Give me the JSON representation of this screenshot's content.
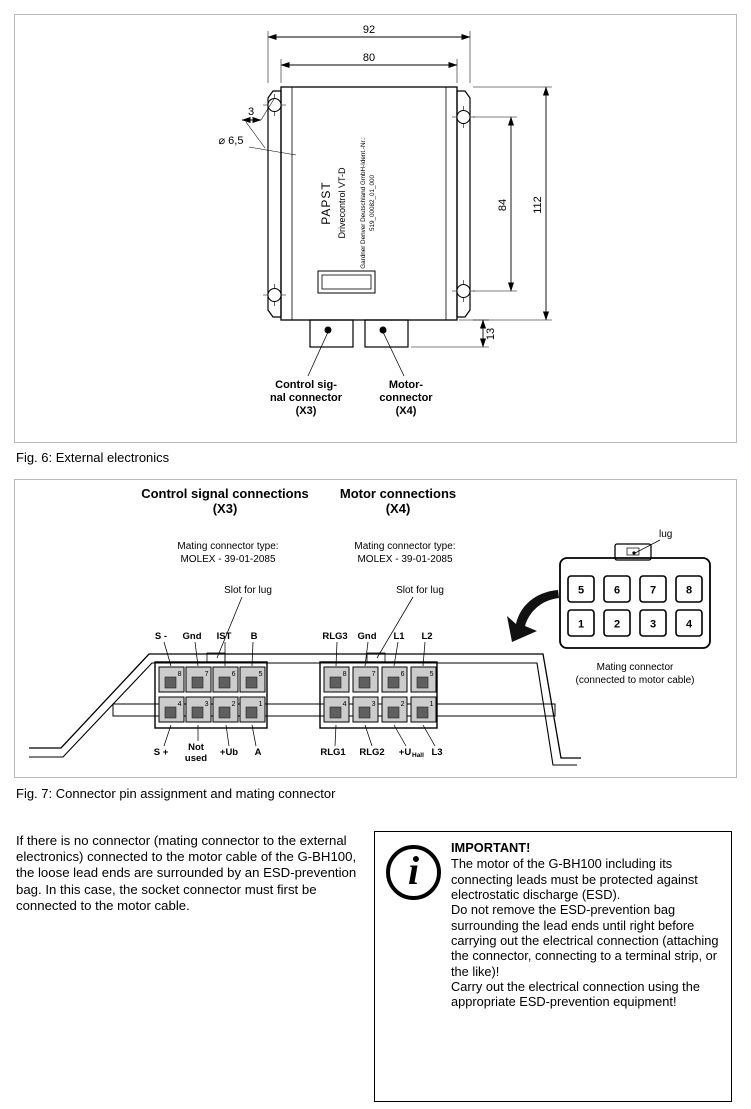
{
  "fig6": {
    "caption": "Fig. 6: External electronics",
    "dims": {
      "w_outer": "92",
      "w_inner": "80",
      "height": "112",
      "hole_span": "84",
      "connector_depth": "13",
      "slot_width": "3",
      "hole_dia": "⌀ 6,5"
    },
    "device": {
      "brand": "PAPST",
      "model": "Drivecontrol VT-D",
      "ident1": "Gardner Denver Deutschland GmbH-Ident.-Nr.:",
      "ident2": "519_00082_01_000"
    },
    "labels": {
      "control": [
        "Control sig-",
        "nal connector",
        "(X3)"
      ],
      "motor": [
        "Motor-",
        "connector",
        "(X4)"
      ]
    }
  },
  "fig7": {
    "caption": "Fig. 7: Connector pin assignment and mating connector",
    "x3": {
      "title": "Control signal connections",
      "sub": "(X3)",
      "mating_type": [
        "Mating connector type:",
        "MOLEX - 39-01-2085"
      ],
      "slot_label": "Slot for lug",
      "pins_top": [
        "8",
        "7",
        "6",
        "5"
      ],
      "pins_bottom": [
        "4",
        "3",
        "2",
        "1"
      ],
      "labels_top": [
        "S -",
        "Gnd",
        "IST",
        "B"
      ],
      "labels_bottom": [
        "S +",
        "Not",
        "used",
        "+Ub",
        "A"
      ]
    },
    "x4": {
      "title": "Motor connections",
      "sub": "(X4)",
      "mating_type": [
        "Mating connector type:",
        "MOLEX - 39-01-2085"
      ],
      "slot_label": "Slot for lug",
      "pins_top": [
        "8",
        "7",
        "6",
        "5"
      ],
      "pins_bottom": [
        "4",
        "3",
        "2",
        "1"
      ],
      "labels_top": [
        "RLG3",
        "Gnd",
        "L1",
        "L2"
      ],
      "labels_bottom": [
        "RLG1",
        "RLG2",
        "L3"
      ],
      "uhall_main": "+U",
      "uhall_sub": "Hall"
    },
    "mating": {
      "lug_label": "lug",
      "pins_top": [
        "5",
        "6",
        "7",
        "8"
      ],
      "pins_bottom": [
        "1",
        "2",
        "3",
        "4"
      ],
      "caption": [
        "Mating connector",
        "(connected to motor cable)"
      ]
    }
  },
  "body": {
    "paragraph": "If there is no connector (mating connector to the external electronics) connected to the motor cable of the G-BH100, the loose lead ends are surrounded by an ESD-prevention bag. In this case, the socket connector must first be connected to the motor cable."
  },
  "important": {
    "icon_glyph": "i",
    "title": "IMPORTANT!",
    "p1": "The motor of the G-BH100 including its connecting leads must be protected against electrostatic discharge (ESD).",
    "p2": "Do not remove the ESD-prevention bag surrounding the lead ends until right before carrying out the electrical connection (attaching the connector, connecting to a terminal strip, or the like)!",
    "p3": "Carry out the electrical connection using the appropriate ESD-prevention equipment!"
  }
}
